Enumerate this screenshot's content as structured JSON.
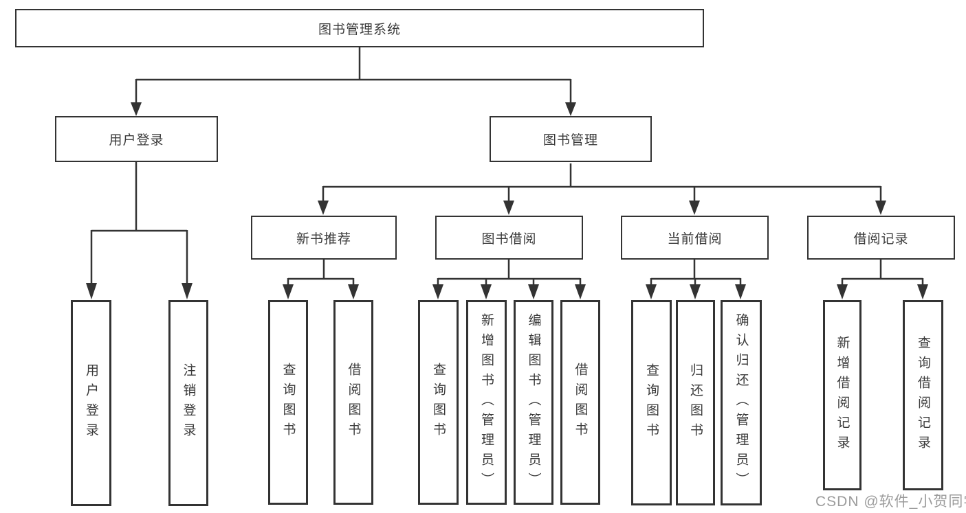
{
  "watermark": "CSDN @软件_小贺同学",
  "tree": {
    "root": "图书管理系统",
    "user_login": {
      "label": "用户登录",
      "children": [
        "用户登录",
        "注销登录"
      ]
    },
    "book_mgmt": {
      "label": "图书管理",
      "groups": [
        {
          "label": "新书推荐",
          "children": [
            "查询图书",
            "借阅图书"
          ]
        },
        {
          "label": "图书借阅",
          "children": [
            "查询图书",
            "新增图书（管理员）",
            "编辑图书（管理员）",
            "借阅图书"
          ]
        },
        {
          "label": "当前借阅",
          "children": [
            "查询图书",
            "归还图书",
            "确认归还（管理员）"
          ]
        },
        {
          "label": "借阅记录",
          "children": [
            "新增借阅记录",
            "查询借阅记录"
          ]
        }
      ]
    }
  }
}
